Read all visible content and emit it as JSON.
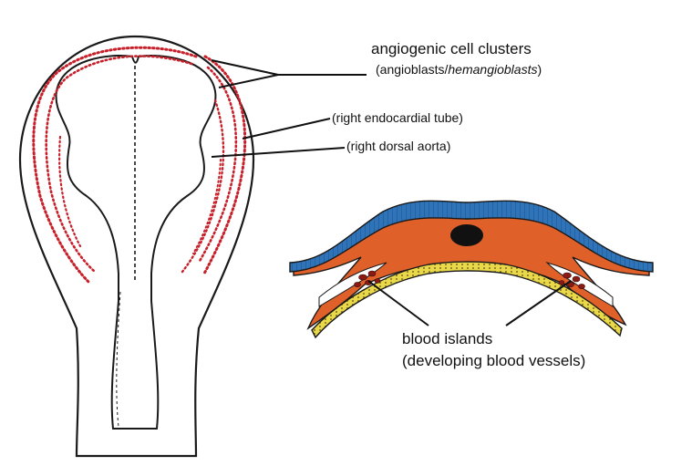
{
  "labels": {
    "angiogenic_title": "angiogenic cell clusters",
    "angiogenic_sub_open": "(angioblasts/",
    "angiogenic_sub_italic": "hemangioblasts",
    "angiogenic_sub_close": ")",
    "endocardial": "(right endocardial tube)",
    "dorsal_aorta": "(right dorsal aorta)",
    "blood_islands": "blood islands",
    "blood_islands_sub": "(developing blood vessels)"
  },
  "colors": {
    "cell_dots": "#c8202a",
    "ectoderm": "#2f74b8",
    "mesoderm": "#e0602a",
    "endoderm": "#e8d84a",
    "notochord": "#111111",
    "outline": "#1a1a1a"
  }
}
